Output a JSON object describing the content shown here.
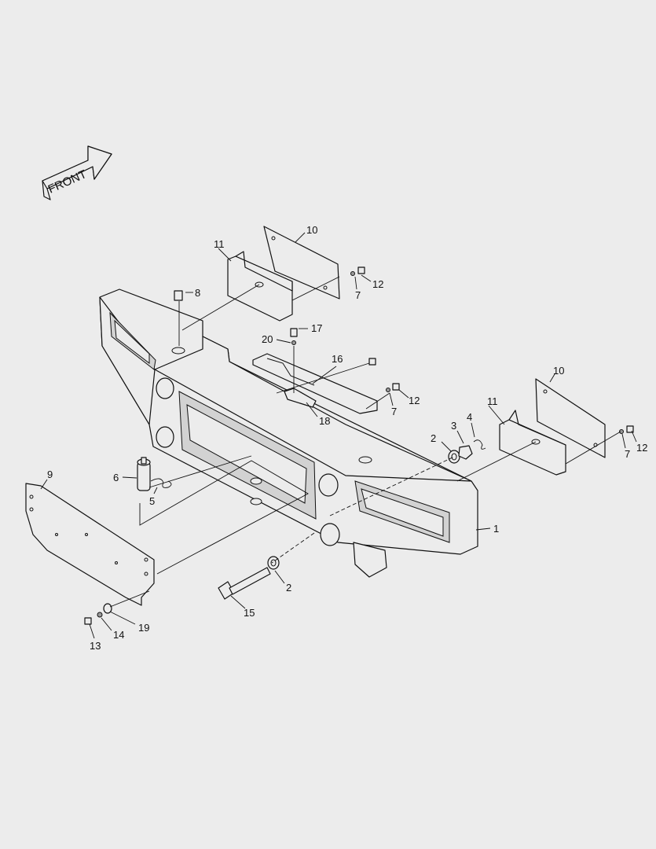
{
  "direction_label": "FRONT",
  "callouts": [
    {
      "id": "c1",
      "label": "1"
    },
    {
      "id": "c2a",
      "label": "2"
    },
    {
      "id": "c2b",
      "label": "2"
    },
    {
      "id": "c3",
      "label": "3"
    },
    {
      "id": "c4",
      "label": "4"
    },
    {
      "id": "c5",
      "label": "5"
    },
    {
      "id": "c6",
      "label": "6"
    },
    {
      "id": "c7a",
      "label": "7"
    },
    {
      "id": "c7b",
      "label": "7"
    },
    {
      "id": "c7c",
      "label": "7"
    },
    {
      "id": "c8",
      "label": "8"
    },
    {
      "id": "c9",
      "label": "9"
    },
    {
      "id": "c10a",
      "label": "10"
    },
    {
      "id": "c10b",
      "label": "10"
    },
    {
      "id": "c11a",
      "label": "11"
    },
    {
      "id": "c11b",
      "label": "11"
    },
    {
      "id": "c12a",
      "label": "12"
    },
    {
      "id": "c12b",
      "label": "12"
    },
    {
      "id": "c12c",
      "label": "12"
    },
    {
      "id": "c13",
      "label": "13"
    },
    {
      "id": "c14",
      "label": "14"
    },
    {
      "id": "c15",
      "label": "15"
    },
    {
      "id": "c16",
      "label": "16"
    },
    {
      "id": "c17",
      "label": "17"
    },
    {
      "id": "c18",
      "label": "18"
    },
    {
      "id": "c19",
      "label": "19"
    },
    {
      "id": "c20",
      "label": "20"
    }
  ]
}
